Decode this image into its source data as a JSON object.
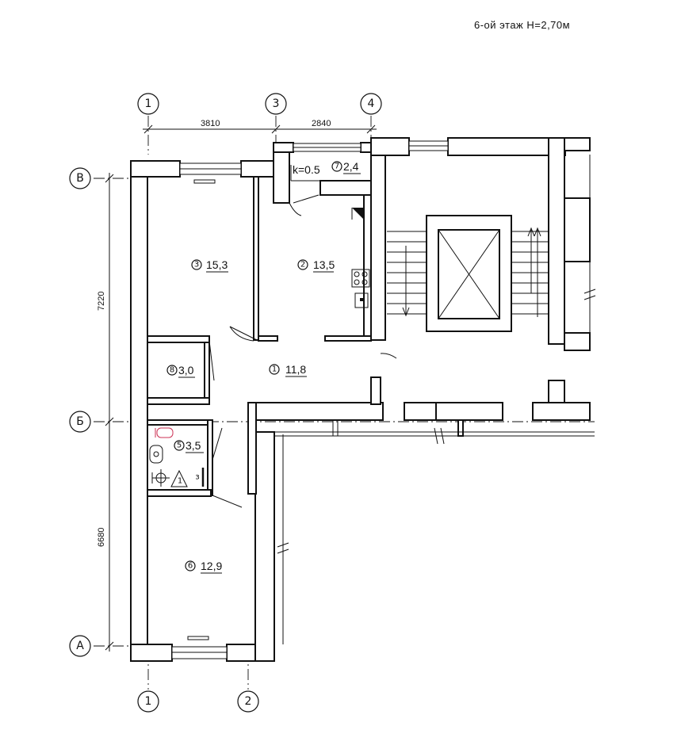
{
  "title": "6-ой этаж Н=2,70м",
  "axes_top": [
    "1",
    "3",
    "4"
  ],
  "axes_bottom": [
    "1",
    "2"
  ],
  "axes_left": [
    "В",
    "Б",
    "А"
  ],
  "dimensions": {
    "top_1_3": "3810",
    "top_3_4": "2840",
    "left_B_V": "7220",
    "left_A_B": "6680"
  },
  "rooms": [
    {
      "num": "1",
      "area": "11,8"
    },
    {
      "num": "2",
      "area": "13,5"
    },
    {
      "num": "3",
      "area": "15,3"
    },
    {
      "num": "5",
      "area": "3,5"
    },
    {
      "num": "6",
      "area": "12,9"
    },
    {
      "num": "7",
      "area": "2,4"
    },
    {
      "num": "8",
      "area": "3,0"
    }
  ],
  "balcony_coef": "k=0.5",
  "marker_triangle": "1",
  "meter_label": "з"
}
